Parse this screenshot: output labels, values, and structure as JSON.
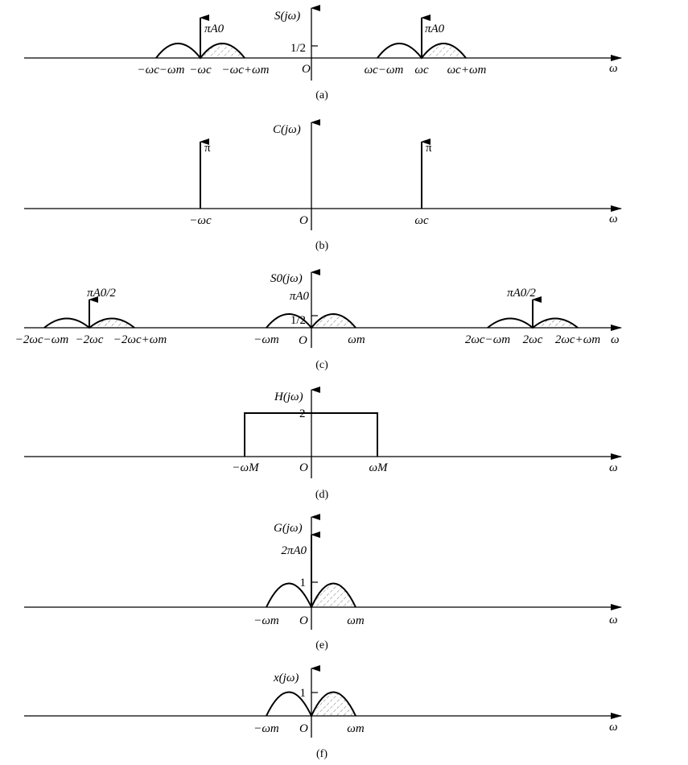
{
  "panels": [
    {
      "caption": "(a)",
      "ylabel": "S(jω)",
      "origin": "O",
      "xlabel": "ω",
      "tick_label": "1/2",
      "impulse_labels": [
        "πA0",
        "πA0"
      ],
      "x_labels": [
        "−ωc−ωm",
        "−ωc",
        "−ωc+ωm",
        "ωc−ωm",
        "ωc",
        "ωc+ωm"
      ]
    },
    {
      "caption": "(b)",
      "ylabel": "C(jω)",
      "origin": "O",
      "xlabel": "ω",
      "impulse_labels": [
        "π",
        "π"
      ],
      "x_labels": [
        "−ωc",
        "ωc"
      ]
    },
    {
      "caption": "(c)",
      "ylabel": "S0(jω)",
      "origin": "O",
      "xlabel": "ω",
      "tick_label": "1/2",
      "impulse_labels": [
        "πA0/2",
        "πA0",
        "πA0/2"
      ],
      "x_labels": [
        "−2ωc−ωm",
        "−2ωc",
        "−2ωc+ωm",
        "−ωm",
        "ωm",
        "2ωc−ωm",
        "2ωc",
        "2ωc+ωm"
      ]
    },
    {
      "caption": "(d)",
      "ylabel": "H(jω)",
      "origin": "O",
      "xlabel": "ω",
      "tick_label": "2",
      "x_labels": [
        "−ωM",
        "ωM"
      ]
    },
    {
      "caption": "(e)",
      "ylabel": "G(jω)",
      "origin": "O",
      "xlabel": "ω",
      "tick_label": "1",
      "impulse_labels": [
        "2πA0"
      ],
      "x_labels": [
        "−ωm",
        "ωm"
      ]
    },
    {
      "caption": "(f)",
      "ylabel": "x(jω)",
      "origin": "O",
      "xlabel": "ω",
      "tick_label": "1",
      "x_labels": [
        "−ωm",
        "ωm"
      ]
    }
  ]
}
